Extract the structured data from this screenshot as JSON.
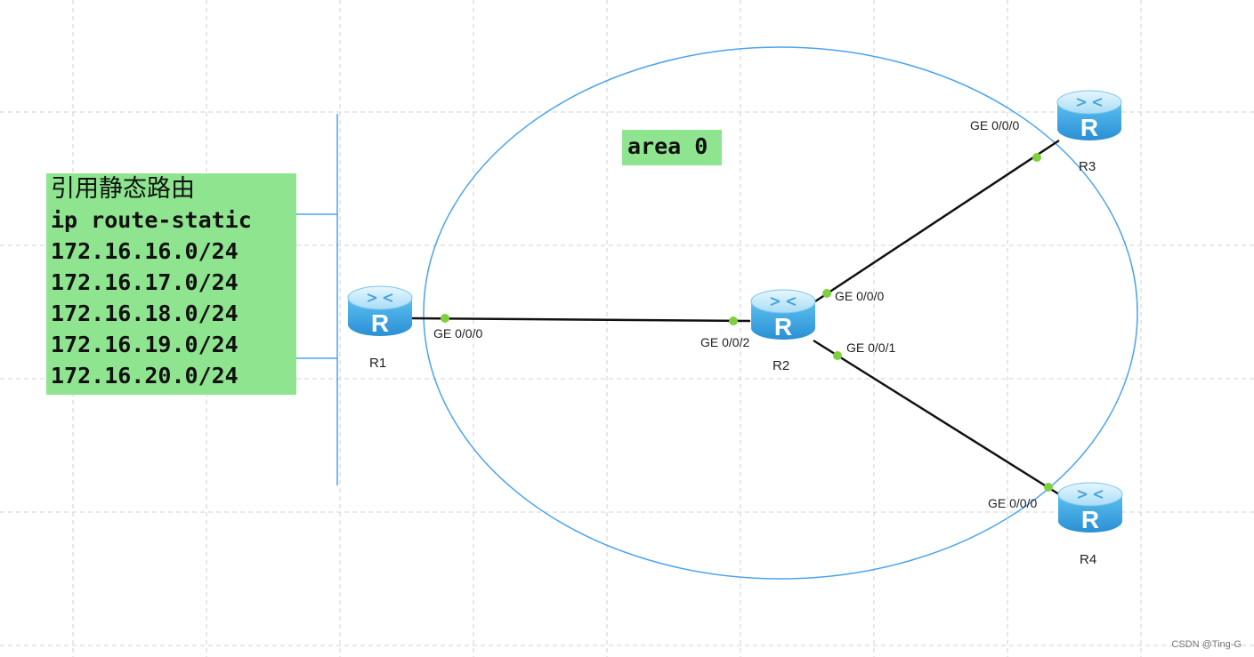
{
  "note": {
    "lines": [
      "引用静态路由",
      "ip route-static",
      "172.16.16.0/24",
      "172.16.17.0/24",
      "172.16.18.0/24",
      "172.16.19.0/24",
      "172.16.20.0/24"
    ]
  },
  "area": {
    "label": "area 0"
  },
  "devices": {
    "r1": "R1",
    "r2": "R2",
    "r3": "R3",
    "r4": "R4"
  },
  "ports": {
    "r1_g000": "GE 0/0/0",
    "r2_g002": "GE 0/0/2",
    "r2_g000": "GE 0/0/0",
    "r2_g001": "GE 0/0/1",
    "r3_g000": "GE 0/0/0",
    "r4_g000": "GE 0/0/0"
  },
  "watermark": "CSDN @Ting-G",
  "colors": {
    "note_bg": "#8fe58f",
    "area_circle": "#4aa3f0",
    "link": "#111111",
    "port_dot": "#7dd13d",
    "router_top": "#bfe7fb",
    "router_body": "#3ba7e6",
    "grid": "#d0d0d0"
  },
  "icons": {
    "router": "router-icon"
  }
}
